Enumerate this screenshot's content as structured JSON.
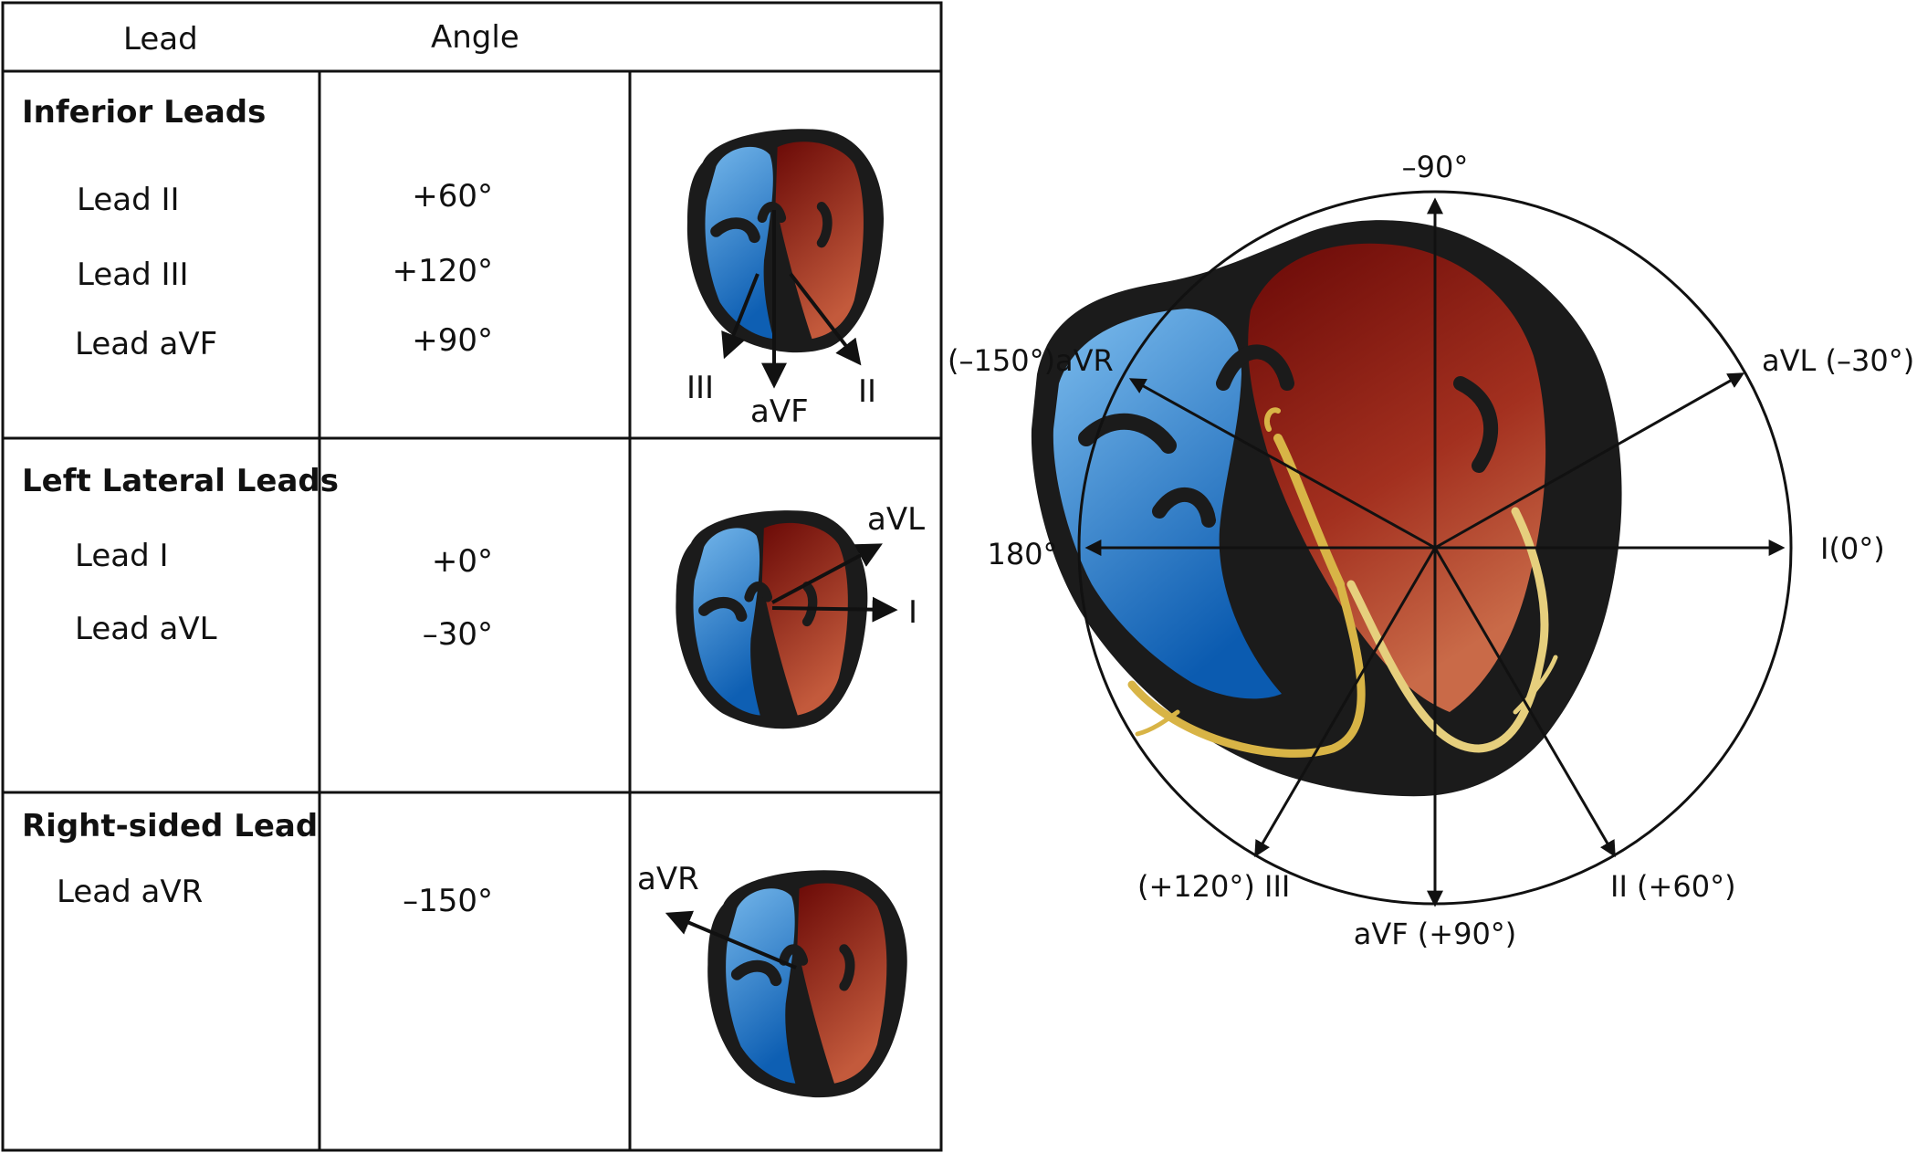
{
  "table": {
    "header": {
      "lead": "Lead",
      "angle": "Angle"
    },
    "groups": [
      {
        "title": "Inferior Leads",
        "leads": [
          {
            "name": "Lead II",
            "angle": "+60°"
          },
          {
            "name": "Lead III",
            "angle": "+120°"
          },
          {
            "name": "Lead aVF",
            "angle": "+90°"
          }
        ],
        "diagram_labels": [
          "III",
          "aVF",
          "II"
        ]
      },
      {
        "title": "Left Lateral Leads",
        "leads": [
          {
            "name": "Lead I",
            "angle": "+0°"
          },
          {
            "name": "Lead aVL",
            "angle": "–30°"
          }
        ],
        "diagram_labels": [
          "aVL",
          "I"
        ]
      },
      {
        "title": "Right-sided Lead",
        "leads": [
          {
            "name": "Lead aVR",
            "angle": "–150°"
          }
        ],
        "diagram_labels": [
          "aVR"
        ]
      }
    ]
  },
  "axis_diagram": {
    "top": "–90°",
    "left": "180°",
    "right": "I(0°)",
    "avr": "(–150°)aVR",
    "avl": "aVL (–30°)",
    "iii": "(+120°) III",
    "avf": "aVF (+90°)",
    "ii": "II (+60°)"
  },
  "colors": {
    "right_heart": "#2f87d2",
    "left_heart": "#9a2116",
    "heart_wall": "#1b1b1b",
    "conduction": "#d8b446"
  }
}
